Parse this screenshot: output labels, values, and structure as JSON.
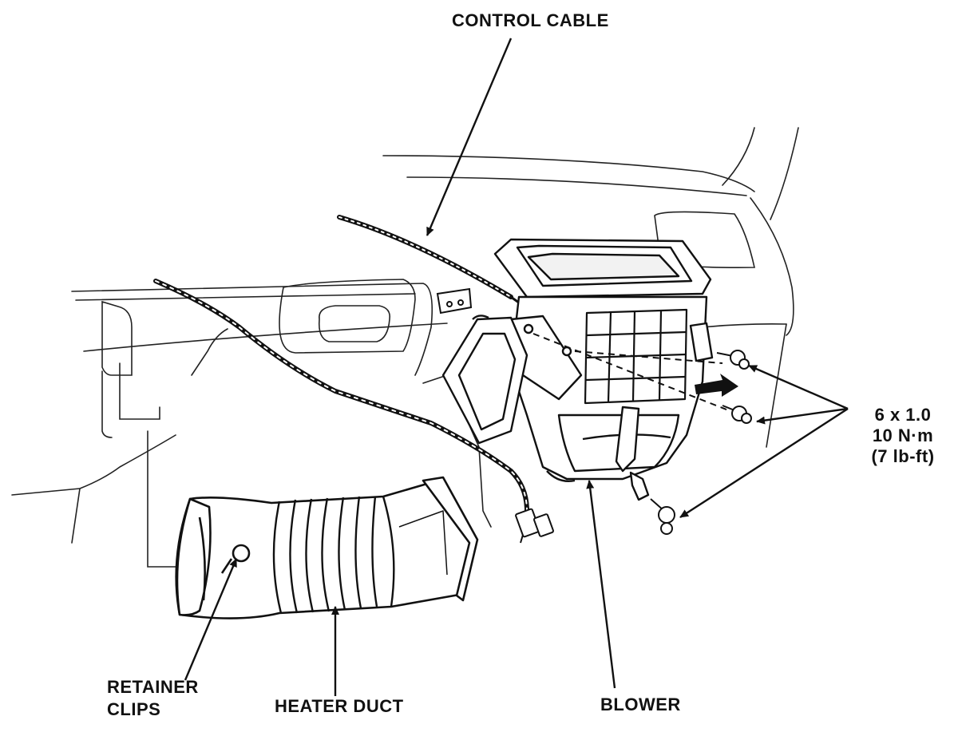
{
  "labels": {
    "control_cable": "CONTROL CABLE",
    "spec_line1": "6 x 1.0",
    "spec_line2": "10 N·m",
    "spec_line3": "(7 lb-ft)",
    "retainer_line1": "RETAINER",
    "retainer_line2": "CLIPS",
    "heater_duct": "HEATER DUCT",
    "blower": "BLOWER"
  },
  "colors": {
    "ink": "#111111",
    "background": "#ffffff"
  }
}
